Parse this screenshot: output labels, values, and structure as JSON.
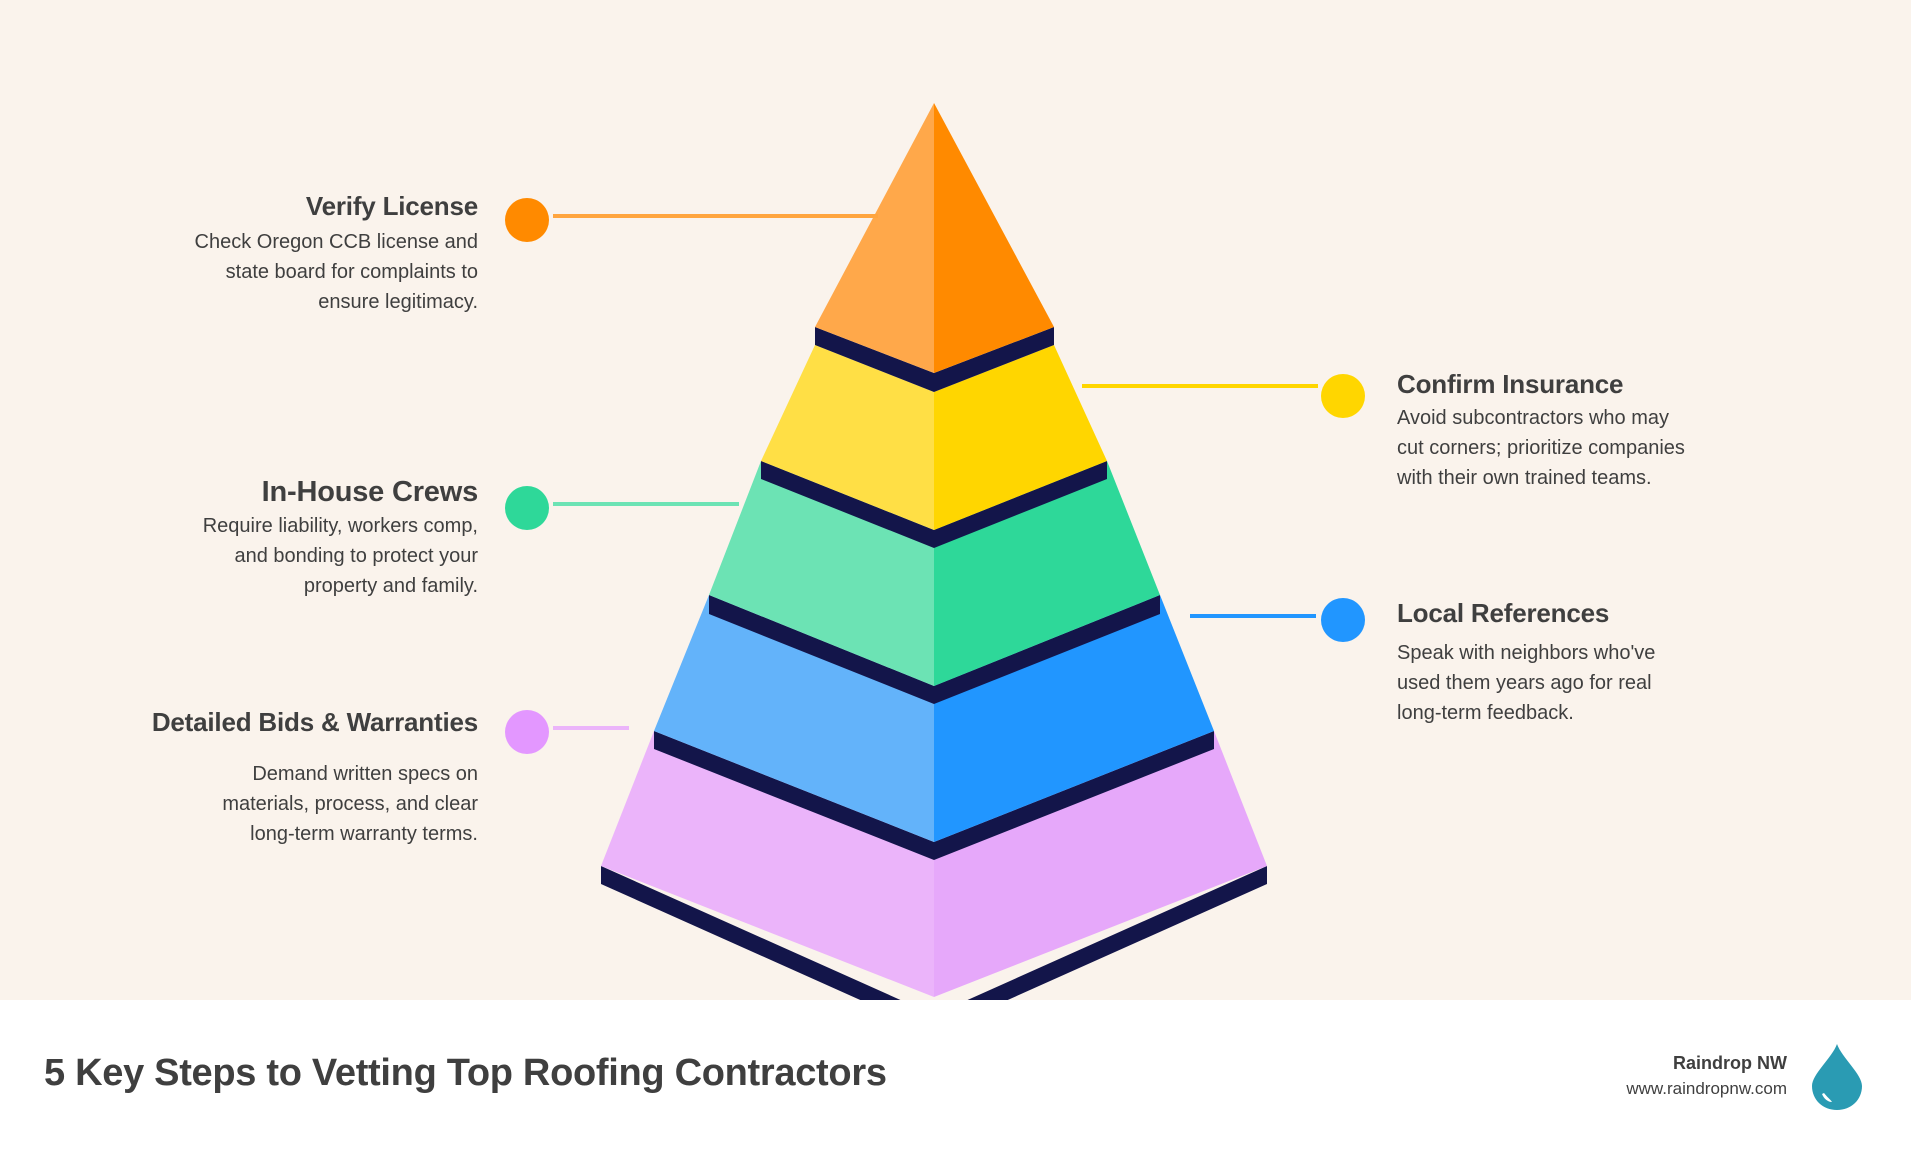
{
  "infographic": {
    "background": "#FAF3EC",
    "steps": [
      {
        "id": "verify-license",
        "side": "left",
        "tier": 1,
        "title": "Verify License",
        "description": "Check Oregon CCB license and\nstate board for complaints to\nensure legitimacy.",
        "color": "#FF8A00",
        "light_color": "#FFA84A"
      },
      {
        "id": "confirm-insurance",
        "side": "right",
        "tier": 2,
        "title": "Confirm Insurance",
        "description": "Avoid subcontractors who may\ncut corners; prioritize companies\nwith their own trained teams.",
        "color": "#FFD600",
        "light_color": "#FFDF45"
      },
      {
        "id": "in-house-crews",
        "side": "left",
        "tier": 3,
        "title": "In-House Crews",
        "description": "Require liability, workers comp,\nand bonding to protect your\nproperty and family.",
        "color": "#2ED899",
        "light_color": "#6CE3B4"
      },
      {
        "id": "local-references",
        "side": "right",
        "tier": 4,
        "title": "Local References",
        "description": "Speak with neighbors who've\nused them years ago for real\nlong-term feedback.",
        "color": "#2196FF",
        "light_color": "#63B3FA"
      },
      {
        "id": "detailed-bids",
        "side": "left",
        "tier": 5,
        "title": "Detailed Bids & Warranties",
        "description": "Demand written specs on\nmaterials, process, and clear\nlong-term warranty terms.",
        "color": "#E397FF",
        "light_color": "#EBB4FA"
      }
    ],
    "pyramid_edge_color": "#13154A"
  },
  "footer": {
    "title": "5 Key Steps to Vetting Top Roofing Contractors",
    "brand_name": "Raindrop NW",
    "brand_url": "www.raindropnw.com",
    "logo_icon": "raindrop-icon",
    "logo_color": "#2A9BB3"
  }
}
